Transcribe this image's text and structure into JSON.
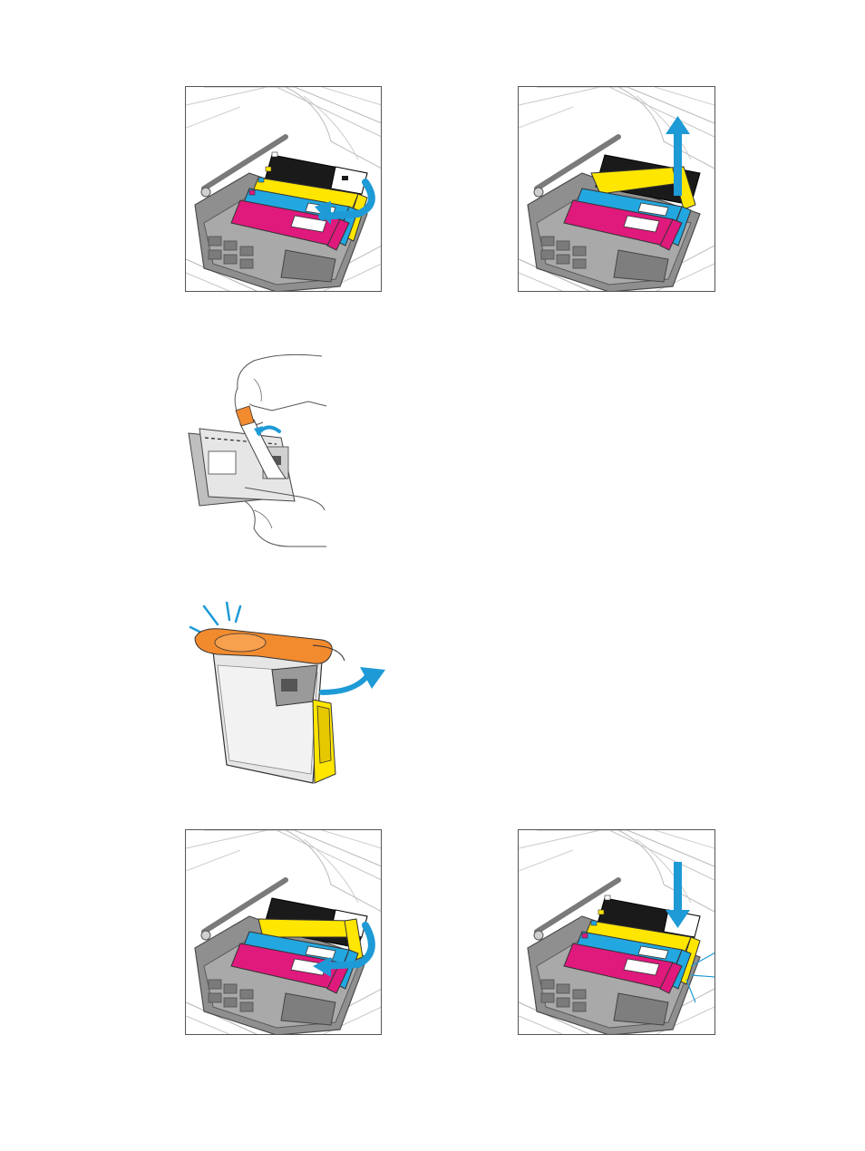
{
  "page": {
    "background": "#ffffff"
  },
  "colors": {
    "black_ink": "#1a1a1a",
    "cyan_ink": "#22a7e0",
    "magenta_ink": "#e0197d",
    "yellow_ink": "#ffe600",
    "orange_cap": "#f28a2e",
    "arrow_blue": "#1e9ad6",
    "carriage_gray": "#8a8a8a",
    "line_gray": "#9a9a9a"
  },
  "figures": [
    {
      "id": "step-press-tab",
      "icons": [
        "printhead-carriage",
        "curved-arrow-left"
      ]
    },
    {
      "id": "step-lift-cartridge",
      "icons": [
        "printhead-carriage",
        "arrow-up"
      ]
    },
    {
      "id": "step-remove-tape",
      "icons": [
        "hands",
        "ink-cartridge",
        "curved-arrow"
      ]
    },
    {
      "id": "step-twist-cap",
      "icons": [
        "ink-cartridge-yellow",
        "orange-cap",
        "curved-arrow-right",
        "snap-lines"
      ]
    },
    {
      "id": "step-insert-cartridge",
      "icons": [
        "printhead-carriage",
        "curved-arrow-left"
      ]
    },
    {
      "id": "step-press-down",
      "icons": [
        "printhead-carriage",
        "arrow-down",
        "snap-lines"
      ]
    }
  ]
}
